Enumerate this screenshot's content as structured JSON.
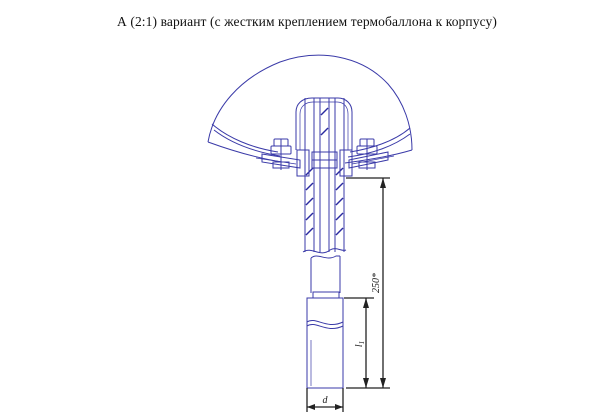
{
  "title": "А (2:1)  вариант (с жестким креплением термобаллона к корпусу)",
  "dimensions": {
    "length_main": "250*",
    "length_bulb": "l",
    "length_bulb_sub": "1",
    "diameter": "d"
  },
  "colors": {
    "drawing": "#3a3aa8",
    "dimension": "#222222",
    "background": "#ffffff"
  }
}
